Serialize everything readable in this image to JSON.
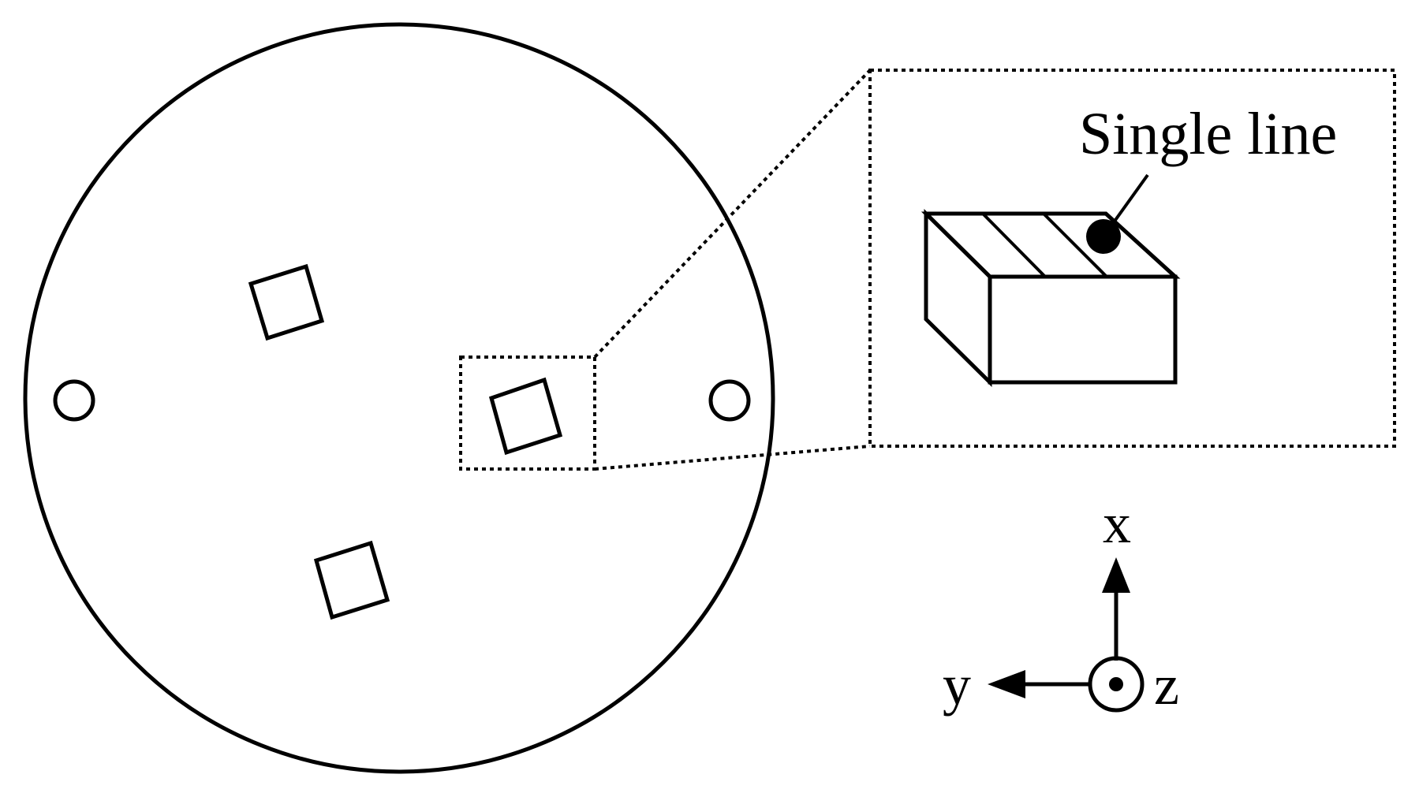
{
  "labels": {
    "callout": "Single line",
    "axis_x": "x",
    "axis_y": "y",
    "axis_z": "z"
  },
  "colors": {
    "ink": "#000000",
    "background": "#ffffff"
  }
}
